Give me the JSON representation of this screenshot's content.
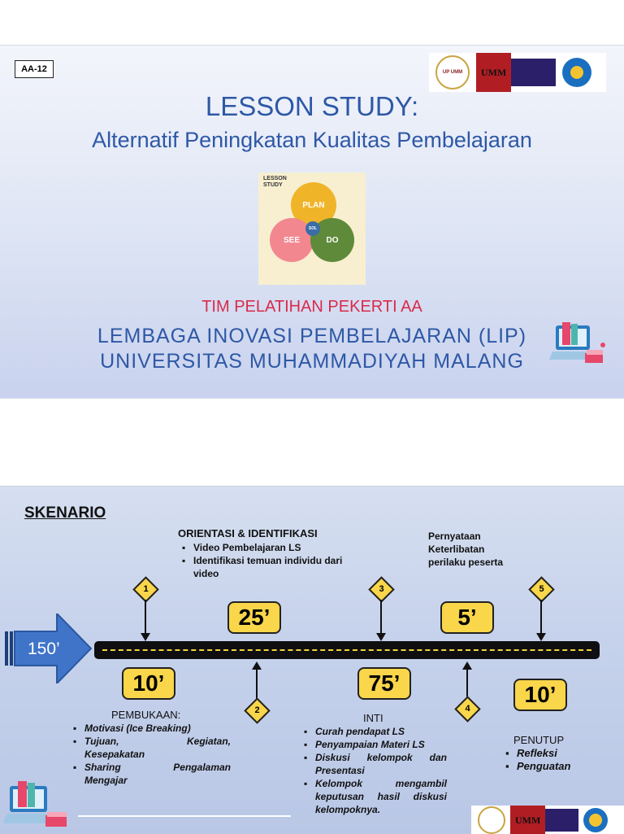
{
  "slide1": {
    "code": "AA-12",
    "logos": {
      "up_label": "UP UMM",
      "umm_text": "UMM",
      "kemdik": "kemdikbud-logo"
    },
    "title": "LESSON STUDY:",
    "subtitle": "Alternatif Peningkatan Kualitas Pembelajaran",
    "book": {
      "title_line1": "LESSON",
      "title_line2": "STUDY",
      "plan": "PLAN",
      "see": "SEE",
      "do": "DO",
      "center": "SOL"
    },
    "team": "TIM PELATIHAN PEKERTI AA",
    "institution_line1": "LEMBAGA INOVASI PEMBELAJARAN (LIP)",
    "institution_line2": "UNIVERSITAS MUHAMMADIYAH MALANG"
  },
  "slide2": {
    "title": "SKENARIO",
    "total": "150’",
    "durations": {
      "d1": "10’",
      "d2": "25’",
      "d3": "75’",
      "d4": "5’",
      "d5": "10’"
    },
    "markers": [
      "1",
      "2",
      "3",
      "4",
      "5"
    ],
    "orientasi": {
      "heading": "ORIENTASI & IDENTIFIKASI",
      "items": [
        "Video Pembelajaran LS",
        "Identifikasi temuan individu dari video"
      ]
    },
    "pernyataan": {
      "line1": "Pernyataan",
      "line2": "Keterlibatan",
      "line3": "perilaku peserta"
    },
    "pembukaan": {
      "heading": "PEMBUKAAN:",
      "items": [
        "Motivasi (Ice Breaking)",
        "Tujuan, Kegiatan, Kesepakatan",
        "Sharing Pengalaman Mengajar"
      ]
    },
    "inti": {
      "heading": "INTI",
      "items": [
        "Curah pendapat LS",
        "Penyampaian Materi LS",
        "Diskusi kelompok dan Presentasi",
        "Kelompok mengambil keputusan hasil diskusi kelompoknya."
      ]
    },
    "penutup": {
      "heading": "PENUTUP",
      "items": [
        "Refleksi",
        "Penguatan"
      ]
    },
    "logos": {
      "umm_text": "UMM"
    }
  }
}
